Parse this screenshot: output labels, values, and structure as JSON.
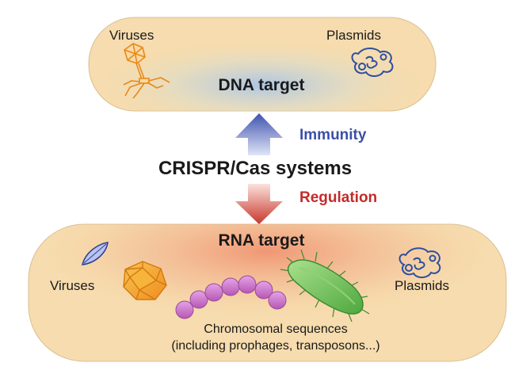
{
  "top_panel": {
    "title": "DNA target",
    "viruses_label": "Viruses",
    "plasmids_label": "Plasmids"
  },
  "center": {
    "title": "CRISPR/Cas systems",
    "up_label": "Immunity",
    "down_label": "Regulation"
  },
  "bottom_panel": {
    "title": "RNA target",
    "viruses_label": "Viruses",
    "plasmids_label": "Plasmids",
    "chromosomal_line1": "Chromosomal sequences",
    "chromosomal_line2": "(including prophages, transposons...)"
  },
  "colors": {
    "panel_fill": "#f6dcae",
    "top_glow": "#a8c4e6",
    "bottom_glow": "#ef8a6a",
    "immunity": "#3b4fa8",
    "regulation": "#c52a2a",
    "virus_orange": "#f3a22b",
    "chromosome_purple": "#c976c9",
    "bacterium_green": "#6cc05a",
    "plasmid_blue": "#2e4fa0"
  },
  "icons": [
    "phage-virus-icon",
    "plasmid-icon",
    "icosahedral-virus-icon",
    "leaf-virus-icon",
    "chromosome-beads-icon",
    "bacterium-icon"
  ]
}
